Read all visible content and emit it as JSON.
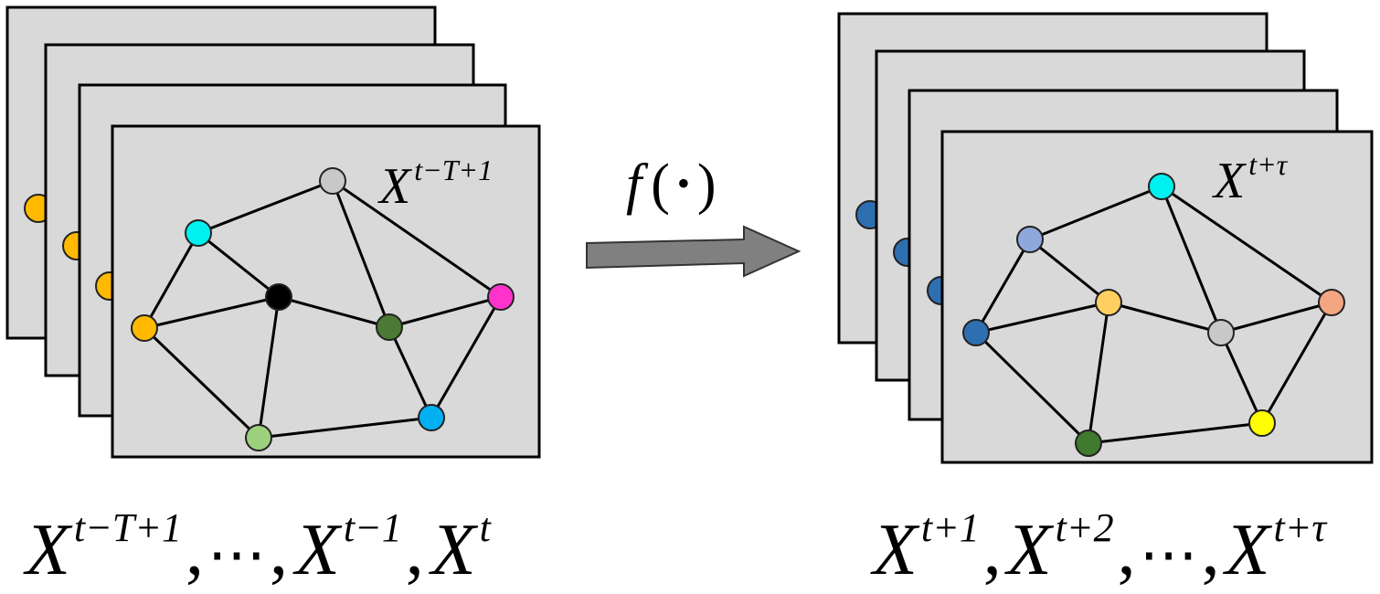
{
  "left_stack": {
    "front_label": {
      "base": "X",
      "sup": "t−T+1"
    },
    "side_node_color": "#ffb900",
    "node_colors": [
      "#00f0f0",
      "#c8c8c8",
      "#000000",
      "#ff33cc",
      "#ffb900",
      "#4a7a33",
      "#9cd07c",
      "#00b0f0"
    ]
  },
  "right_stack": {
    "front_label": {
      "base": "X",
      "sup": "t+τ"
    },
    "side_node_color": "#2e6fb2",
    "node_colors": [
      "#8fa8dc",
      "#00f0f0",
      "#ffd060",
      "#f4a582",
      "#2e6fb2",
      "#c8c8c8",
      "#3f7a2e",
      "#ffff00"
    ]
  },
  "arrow": {
    "func": "f",
    "open_paren": "(",
    "bullet": "•",
    "close_paren": ")",
    "fill_color": "#808080"
  },
  "bottom_left": {
    "terms": [
      {
        "base": "X",
        "sup": "t−T+1"
      },
      {
        "base": "X",
        "sup": "t−1"
      },
      {
        "base": "X",
        "sup": "t"
      }
    ],
    "comma": ",",
    "ellipsis": "⋯"
  },
  "bottom_right": {
    "terms": [
      {
        "base": "X",
        "sup": "t+1"
      },
      {
        "base": "X",
        "sup": "t+2"
      },
      {
        "base": "X",
        "sup": "t+τ"
      }
    ],
    "comma": ",",
    "ellipsis": "⋯"
  }
}
